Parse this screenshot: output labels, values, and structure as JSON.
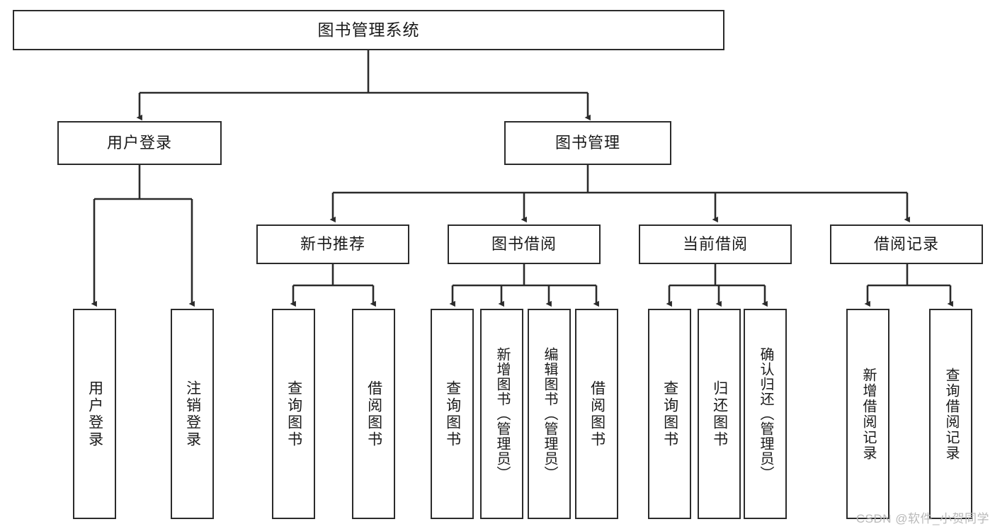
{
  "diagram": {
    "title": "图书管理系统",
    "watermark": "CSDN @软件_小贺同学",
    "colors": {
      "stroke": "#2b2b2b",
      "fill": "#ffffff",
      "text": "#1a1a1a",
      "watermark": "#b9b9b9"
    },
    "levels": {
      "root": {
        "label": "图书管理系统"
      },
      "level2": [
        {
          "id": "user-login",
          "label": "用户登录"
        },
        {
          "id": "book-manage",
          "label": "图书管理"
        }
      ],
      "level3": [
        {
          "id": "new-book-rec",
          "label": "新书推荐"
        },
        {
          "id": "book-borrow",
          "label": "图书借阅"
        },
        {
          "id": "current-borrow",
          "label": "当前借阅"
        },
        {
          "id": "borrow-record",
          "label": "借阅记录"
        }
      ],
      "leaves": {
        "user_login": [
          {
            "id": "leaf-user-login",
            "label": "用户登录"
          },
          {
            "id": "leaf-logout",
            "label": "注销登录"
          }
        ],
        "new_book_rec": [
          {
            "id": "leaf-query-book-1",
            "label": "查询图书"
          },
          {
            "id": "leaf-borrow-book-1",
            "label": "借阅图书"
          }
        ],
        "book_borrow": [
          {
            "id": "leaf-query-book-2",
            "label": "查询图书"
          },
          {
            "id": "leaf-add-book",
            "label": "新增图书（管理员）"
          },
          {
            "id": "leaf-edit-book",
            "label": "编辑图书（管理员）"
          },
          {
            "id": "leaf-borrow-book-2",
            "label": "借阅图书"
          }
        ],
        "current_borrow": [
          {
            "id": "leaf-query-book-3",
            "label": "查询图书"
          },
          {
            "id": "leaf-return-book",
            "label": "归还图书"
          },
          {
            "id": "leaf-confirm-return",
            "label": "确认归还（管理员）"
          }
        ],
        "borrow_record": [
          {
            "id": "leaf-add-record",
            "label": "新增借阅记录"
          },
          {
            "id": "leaf-query-record",
            "label": "查询借阅记录"
          }
        ]
      }
    }
  }
}
